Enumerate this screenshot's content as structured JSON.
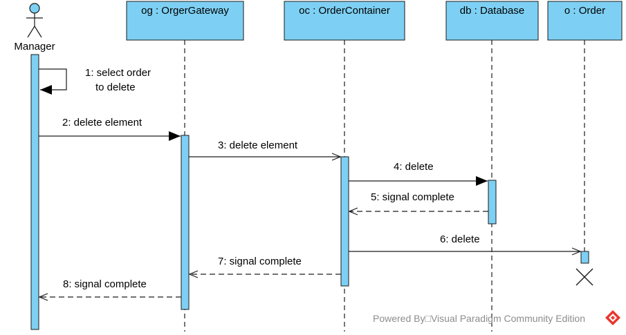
{
  "actor": {
    "name": "Manager"
  },
  "lifelines": [
    {
      "id": "og",
      "label": "og : OrgerGateway"
    },
    {
      "id": "oc",
      "label": "oc : OrderContainer"
    },
    {
      "id": "db",
      "label": "db : Database"
    },
    {
      "id": "o",
      "label": "o : Order"
    }
  ],
  "messages": [
    {
      "label_lines": [
        "1: select order",
        "to delete"
      ],
      "from": "Manager",
      "to": "Manager",
      "kind": "self"
    },
    {
      "label": "2: delete element",
      "from": "Manager",
      "to": "og",
      "kind": "sync"
    },
    {
      "label": "3: delete element",
      "from": "og",
      "to": "oc",
      "kind": "async"
    },
    {
      "label": "4: delete",
      "from": "oc",
      "to": "db",
      "kind": "sync"
    },
    {
      "label": "5: signal complete",
      "from": "db",
      "to": "oc",
      "kind": "return"
    },
    {
      "label": "6: delete",
      "from": "oc",
      "to": "o",
      "kind": "async-destroy"
    },
    {
      "label": "7: signal complete",
      "from": "oc",
      "to": "og",
      "kind": "return"
    },
    {
      "label": "8: signal complete",
      "from": "og",
      "to": "Manager",
      "kind": "return"
    }
  ],
  "watermark": {
    "text": "Powered By□Visual Paradigm Community Edition"
  },
  "colors": {
    "box_fill": "#7dd0f3",
    "box_stroke": "#1a1a1a",
    "line": "#1a1a1a",
    "watermark": "#8c8c8c",
    "logo": "#e8372f"
  }
}
